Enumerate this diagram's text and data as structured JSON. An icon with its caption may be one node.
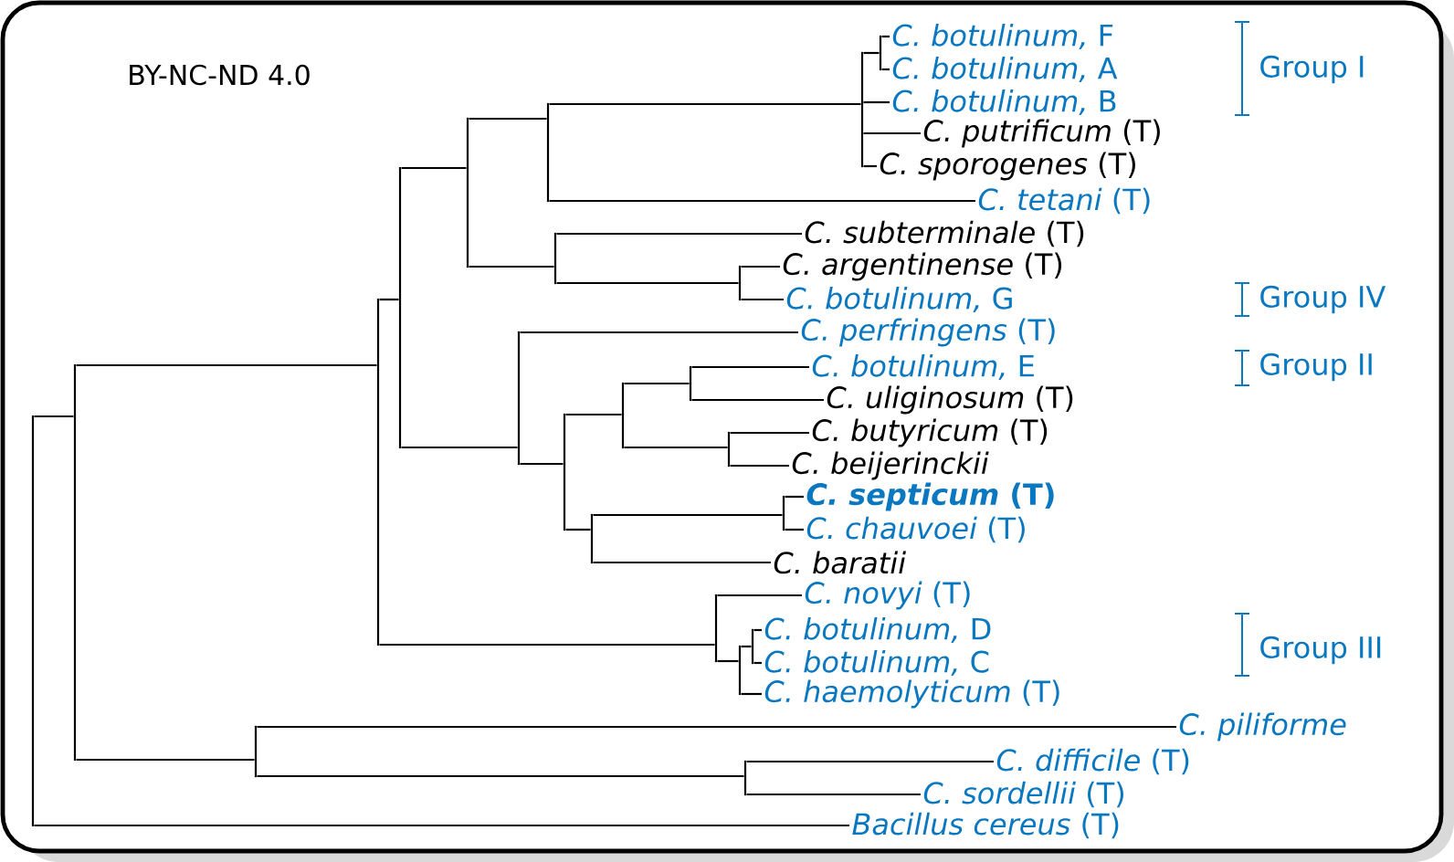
{
  "diagram": {
    "nodes": [
      {
        "text": [
          "*C. botulinum,* F"
        ]
      },
      {
        "text": [
          "*C. botulinum,* A"
        ]
      },
      {
        "text": [
          "*C. botulinum,* B"
        ]
      },
      {
        "text": [
          "*C. putrificum* (T)"
        ]
      },
      {
        "text": [
          "*C. sporogenes* (T)"
        ]
      },
      {
        "text": [
          "*C. tetani* (T)"
        ]
      },
      {
        "text": [
          "*C. subterminale* (T)"
        ]
      },
      {
        "text": [
          "*C. argentinense* (T)"
        ]
      },
      {
        "text": [
          "*C. botulinum,* G"
        ]
      },
      {
        "text": [
          "*C. perfringens* (T)"
        ]
      },
      {
        "text": [
          "*C. botulinum,* E"
        ]
      },
      {
        "text": [
          "*C. uliginosum* (T)"
        ]
      },
      {
        "text": [
          "*C. butyricum* (T)"
        ]
      },
      {
        "text": [
          "*C. beijerinckii*"
        ]
      },
      {
        "text": [
          "*C. septicum* (T)"
        ]
      },
      {
        "text": [
          "*C. chauvoei* (T)"
        ]
      },
      {
        "text": [
          "*C. baratii*"
        ]
      },
      {
        "text": [
          "*C. novyi* (T)"
        ]
      },
      {
        "text": [
          "*C. botulinum,* D"
        ]
      },
      {
        "text": [
          "*C. botulinum,* C"
        ]
      },
      {
        "text": [
          "*C. haemolyticum* (T)"
        ]
      },
      {
        "text": [
          "*C. piliforme*"
        ]
      },
      {
        "text": [
          "*C. difficile* (T)"
        ]
      },
      {
        "text": [
          "*C. sordellii* (T)"
        ]
      },
      {
        "text": [
          "*Bacillus cereus* (T)"
        ]
      },
      {
        "text": [],
        "shape": "bar"
      },
      {
        "text": [],
        "shape": "bar"
      },
      {
        "text": [],
        "shape": "bar"
      },
      {
        "text": [],
        "shape": "bar"
      },
      {
        "text": [],
        "shape": "bar"
      },
      {
        "text": [],
        "shape": "bar"
      },
      {
        "text": [],
        "shape": "bar"
      },
      {
        "text": [],
        "shape": "bar"
      },
      {
        "text": [],
        "shape": "bar"
      },
      {
        "text": [],
        "shape": "bar"
      },
      {
        "text": [],
        "shape": "bar"
      },
      {
        "text": [],
        "shape": "bar"
      },
      {
        "text": [],
        "shape": "bar"
      },
      {
        "text": [],
        "shape": "bar"
      },
      {
        "text": [],
        "shape": "bar"
      },
      {
        "text": [],
        "shape": "bar"
      },
      {
        "text": [],
        "shape": "bar"
      },
      {
        "text": [],
        "shape": "bar"
      },
      {
        "text": [],
        "shape": "bar"
      },
      {
        "text": [],
        "shape": "bar"
      },
      {
        "text": [],
        "shape": "bar"
      },
      {
        "text": [],
        "shape": "bar"
      }
    ],
    "edges": [
      {
        "from": 25,
        "to": 26,
        "arrow": "none"
      },
      {
        "from": 25,
        "to": 24,
        "arrow": "none"
      },
      {
        "from": 26,
        "to": 28,
        "arrow": "none"
      },
      {
        "from": 26,
        "to": 27,
        "arrow": "none"
      },
      {
        "from": 27,
        "to": 21,
        "arrow": "none"
      },
      {
        "from": 27,
        "to": 42,
        "arrow": "none"
      },
      {
        "from": 28,
        "to": 29,
        "arrow": "none"
      },
      {
        "from": 28,
        "to": 38,
        "arrow": "none"
      },
      {
        "from": 29,
        "to": 30,
        "arrow": "none"
      },
      {
        "from": 29,
        "to": 31,
        "arrow": "none"
      },
      {
        "from": 30,
        "to": 32,
        "arrow": "none"
      },
      {
        "from": 30,
        "to": 33,
        "arrow": "none"
      },
      {
        "from": 31,
        "to": 9,
        "arrow": "none"
      },
      {
        "from": 31,
        "to": 34,
        "arrow": "none"
      },
      {
        "from": 32,
        "to": 45,
        "arrow": "none"
      },
      {
        "from": 32,
        "to": 5,
        "arrow": "none"
      },
      {
        "from": 33,
        "to": 6,
        "arrow": "none"
      },
      {
        "from": 33,
        "to": 40,
        "arrow": "none"
      },
      {
        "from": 34,
        "to": 36,
        "arrow": "none"
      },
      {
        "from": 34,
        "to": 35,
        "arrow": "none"
      },
      {
        "from": 35,
        "to": 44,
        "arrow": "none"
      },
      {
        "from": 35,
        "to": 16,
        "arrow": "none"
      },
      {
        "from": 36,
        "to": 37,
        "arrow": "none"
      },
      {
        "from": 36,
        "to": 39,
        "arrow": "none"
      },
      {
        "from": 37,
        "to": 10,
        "arrow": "none"
      },
      {
        "from": 37,
        "to": 11,
        "arrow": "none"
      },
      {
        "from": 38,
        "to": 17,
        "arrow": "none"
      },
      {
        "from": 38,
        "to": 41,
        "arrow": "none"
      },
      {
        "from": 39,
        "to": 12,
        "arrow": "none"
      },
      {
        "from": 39,
        "to": 13,
        "arrow": "none"
      },
      {
        "from": 40,
        "to": 7,
        "arrow": "none"
      },
      {
        "from": 40,
        "to": 8,
        "arrow": "none"
      },
      {
        "from": 41,
        "to": 43,
        "arrow": "none"
      },
      {
        "from": 41,
        "to": 20,
        "arrow": "none"
      },
      {
        "from": 42,
        "to": 22,
        "arrow": "none"
      },
      {
        "from": 42,
        "to": 23,
        "arrow": "none"
      },
      {
        "from": 43,
        "to": 18,
        "arrow": "none"
      },
      {
        "from": 43,
        "to": 19,
        "arrow": "none"
      },
      {
        "from": 44,
        "to": 14,
        "arrow": "none"
      },
      {
        "from": 44,
        "to": 15,
        "arrow": "none"
      },
      {
        "from": 45,
        "to": 46,
        "arrow": "none"
      },
      {
        "from": 45,
        "to": 2,
        "arrow": "none"
      },
      {
        "from": 45,
        "to": 3,
        "arrow": "none"
      },
      {
        "from": 45,
        "to": 4,
        "arrow": "none"
      },
      {
        "from": 46,
        "to": 0,
        "arrow": "none"
      },
      {
        "from": 46,
        "to": 1,
        "arrow": "none"
      }
    ],
    "labels": [
      "BY-NC-ND 4.0",
      "Group I",
      "Group IV",
      "Group II",
      "Group III"
    ]
  }
}
